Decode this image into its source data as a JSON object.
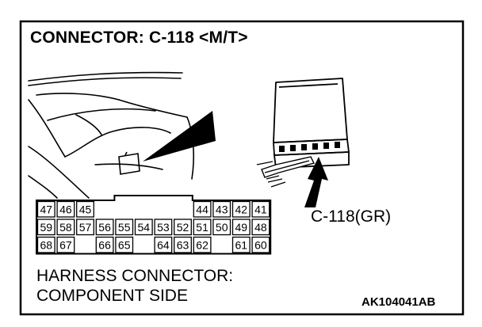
{
  "title": "CONNECTOR: C-118 <M/T>",
  "connector_label": "C-118(GR)",
  "harness_caption": {
    "line1": "HARNESS CONNECTOR:",
    "line2": "COMPONENT SIDE"
  },
  "figure_id": "AK104041AB",
  "pin_rows": [
    [
      "47",
      "46",
      "45",
      "",
      "",
      "",
      "",
      "",
      "44",
      "43",
      "42",
      "41"
    ],
    [
      "59",
      "58",
      "57",
      "56",
      "55",
      "54",
      "53",
      "52",
      "51",
      "50",
      "49",
      "48"
    ],
    [
      "68",
      "67",
      "",
      "66",
      "65",
      "",
      "64",
      "63",
      "62",
      "",
      "61",
      "60"
    ]
  ]
}
